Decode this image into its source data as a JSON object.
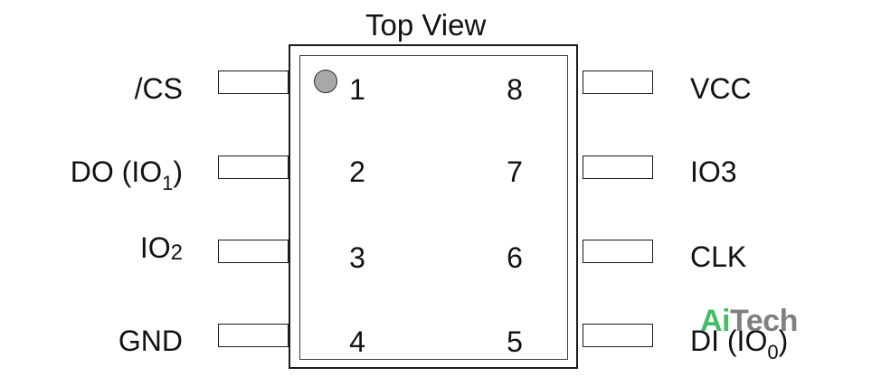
{
  "title": "Top View",
  "pins": {
    "p1": {
      "number": "1",
      "label": "/CS"
    },
    "p2": {
      "number": "2",
      "label_main": "DO (IO",
      "label_sub": "1",
      "label_end": ")"
    },
    "p3": {
      "number": "3",
      "label_main": "IO",
      "label_sub": "2"
    },
    "p4": {
      "number": "4",
      "label": "GND"
    },
    "p5": {
      "number": "5",
      "label_main": "DI (IO",
      "label_sub": "0",
      "label_end": ")"
    },
    "p6": {
      "number": "6",
      "label": "CLK"
    },
    "p7": {
      "number": "7",
      "label": "IO3"
    },
    "p8": {
      "number": "8",
      "label": "VCC"
    }
  },
  "watermark": {
    "part1": "Ai",
    "part2": "Tech"
  },
  "colors": {
    "outline": "#1a1a1a",
    "pin1_dot": "#a8a8a8",
    "watermark_green": "#22b24c",
    "watermark_gray": "#6a6a6a"
  }
}
